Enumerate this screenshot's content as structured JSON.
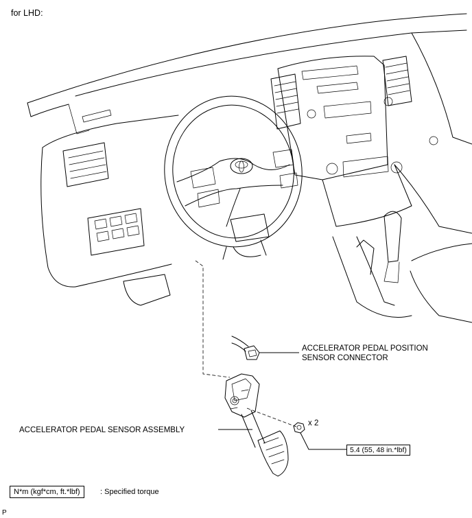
{
  "variant_label": "for LHD:",
  "callouts": {
    "connector_line1": "ACCELERATOR PEDAL POSITION",
    "connector_line2": "SENSOR CONNECTOR",
    "assembly": "ACCELERATOR PEDAL SENSOR ASSEMBLY",
    "nut_quantity": "x 2",
    "nut_torque": "5.4 (55, 48 in.*lbf)"
  },
  "legend": {
    "unit_box": "N*m (kgf*cm, ft.*lbf)",
    "description": ": Specified torque"
  },
  "footer_mark": "P",
  "icons": [
    "steering-wheel-emblem-icon",
    "accelerator-pedal-icon",
    "nut-icon",
    "sensor-connector-icon"
  ]
}
